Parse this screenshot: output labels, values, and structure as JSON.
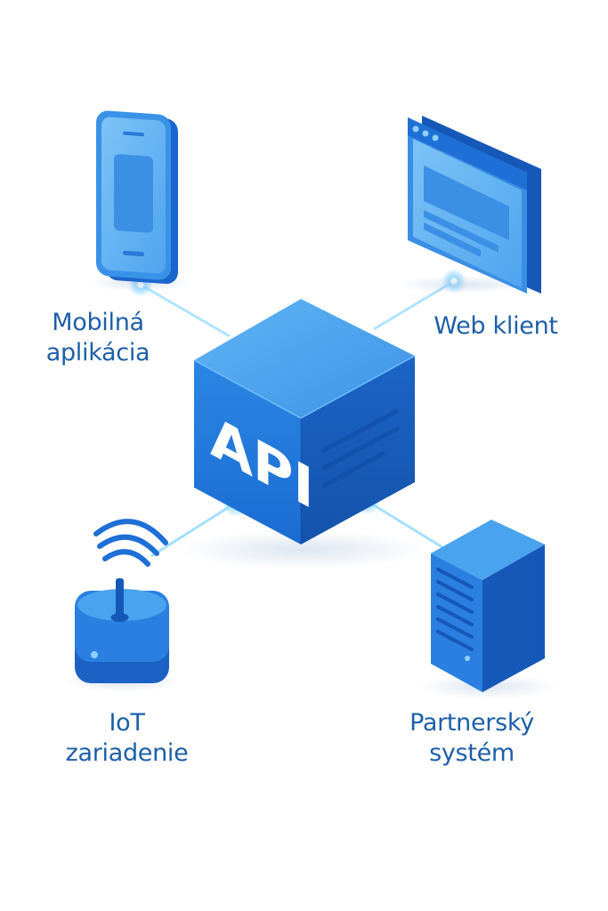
{
  "hub": {
    "title": "API"
  },
  "nodes": {
    "mobile": {
      "line1": "Mobilná",
      "line2": "aplikácia"
    },
    "web": {
      "line1": "Web klient"
    },
    "iot": {
      "line1": "IoT",
      "line2": "zariadenie"
    },
    "partner": {
      "line1": "Partnerský",
      "line2": "systém"
    }
  },
  "colors": {
    "primary": "#1e6fd6",
    "light": "#4aa3ef",
    "dark": "#1558b8",
    "label": "#1d5fa8",
    "glow": "#8fd8ff"
  }
}
